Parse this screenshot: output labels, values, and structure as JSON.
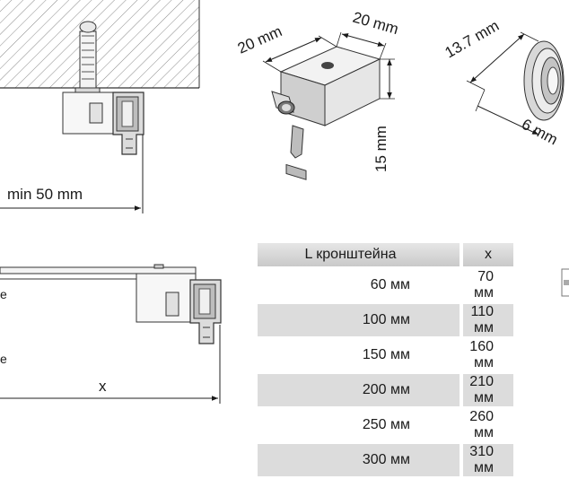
{
  "diagram": {
    "wall_clearance_label": "min 50 mm",
    "top_width_label": "20 mm",
    "depth_label": "20 mm",
    "height_label": "15 mm",
    "diameter_label": "13.7 mm",
    "length_label": "6 mm",
    "x_label": "x",
    "side_mark_1": "e",
    "side_mark_2": "e"
  },
  "table": {
    "col_l_header": "L  кронштейна",
    "col_x_header": "x",
    "rows": [
      {
        "l": "60 мм",
        "x": "70 мм"
      },
      {
        "l": "100 мм",
        "x": "110 мм"
      },
      {
        "l": "150 мм",
        "x": "160 мм"
      },
      {
        "l": "200 мм",
        "x": "210 мм"
      },
      {
        "l": "250 мм",
        "x": "260 мм"
      },
      {
        "l": "300 мм",
        "x": "310 мм"
      }
    ]
  }
}
